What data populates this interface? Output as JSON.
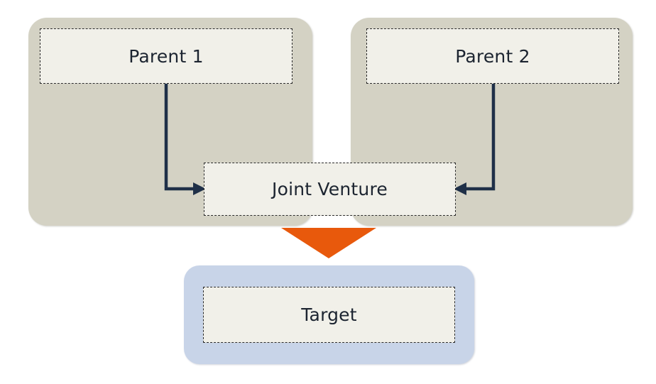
{
  "diagram": {
    "type": "joint-venture-acquisition-structure",
    "groups": [
      {
        "id": "group-left",
        "name": "parent-1-group",
        "color": "#d4d2c4"
      },
      {
        "id": "group-right",
        "name": "parent-2-group",
        "color": "#d4d2c4"
      },
      {
        "id": "group-target",
        "name": "target-group",
        "color": "#c8d4e8"
      }
    ],
    "nodes": [
      {
        "id": "node-parent1",
        "label": "Parent 1",
        "fill": "#f1f0e9",
        "border": "dashed"
      },
      {
        "id": "node-parent2",
        "label": "Parent 2",
        "fill": "#f1f0e9",
        "border": "dashed"
      },
      {
        "id": "node-jv",
        "label": "Joint Venture",
        "fill": "#f1f0e9",
        "border": "dashed"
      },
      {
        "id": "node-target",
        "label": "Target",
        "fill": "#f1f0e9",
        "border": "dashed"
      }
    ],
    "connectors": [
      {
        "id": "arrow-parent1-to-jv",
        "from": "node-parent1",
        "to": "node-jv",
        "style": "elbow",
        "direction": "down-right",
        "color": "#1f3048"
      },
      {
        "id": "arrow-parent2-to-jv",
        "from": "node-parent2",
        "to": "node-jv",
        "style": "elbow",
        "direction": "down-left",
        "color": "#1f3048"
      },
      {
        "id": "arrow-jv-to-target",
        "from": "node-jv",
        "to": "node-target",
        "style": "block-triangle",
        "direction": "down",
        "color": "#e8590c"
      }
    ],
    "colors": {
      "parent_group": "#d4d2c4",
      "target_group": "#c8d4e8",
      "node_fill": "#f1f0e9",
      "node_border": "#2b2b2b",
      "connector": "#1f3048",
      "accent_arrow": "#e8590c",
      "text": "#1c2430",
      "background": "#ffffff"
    }
  }
}
